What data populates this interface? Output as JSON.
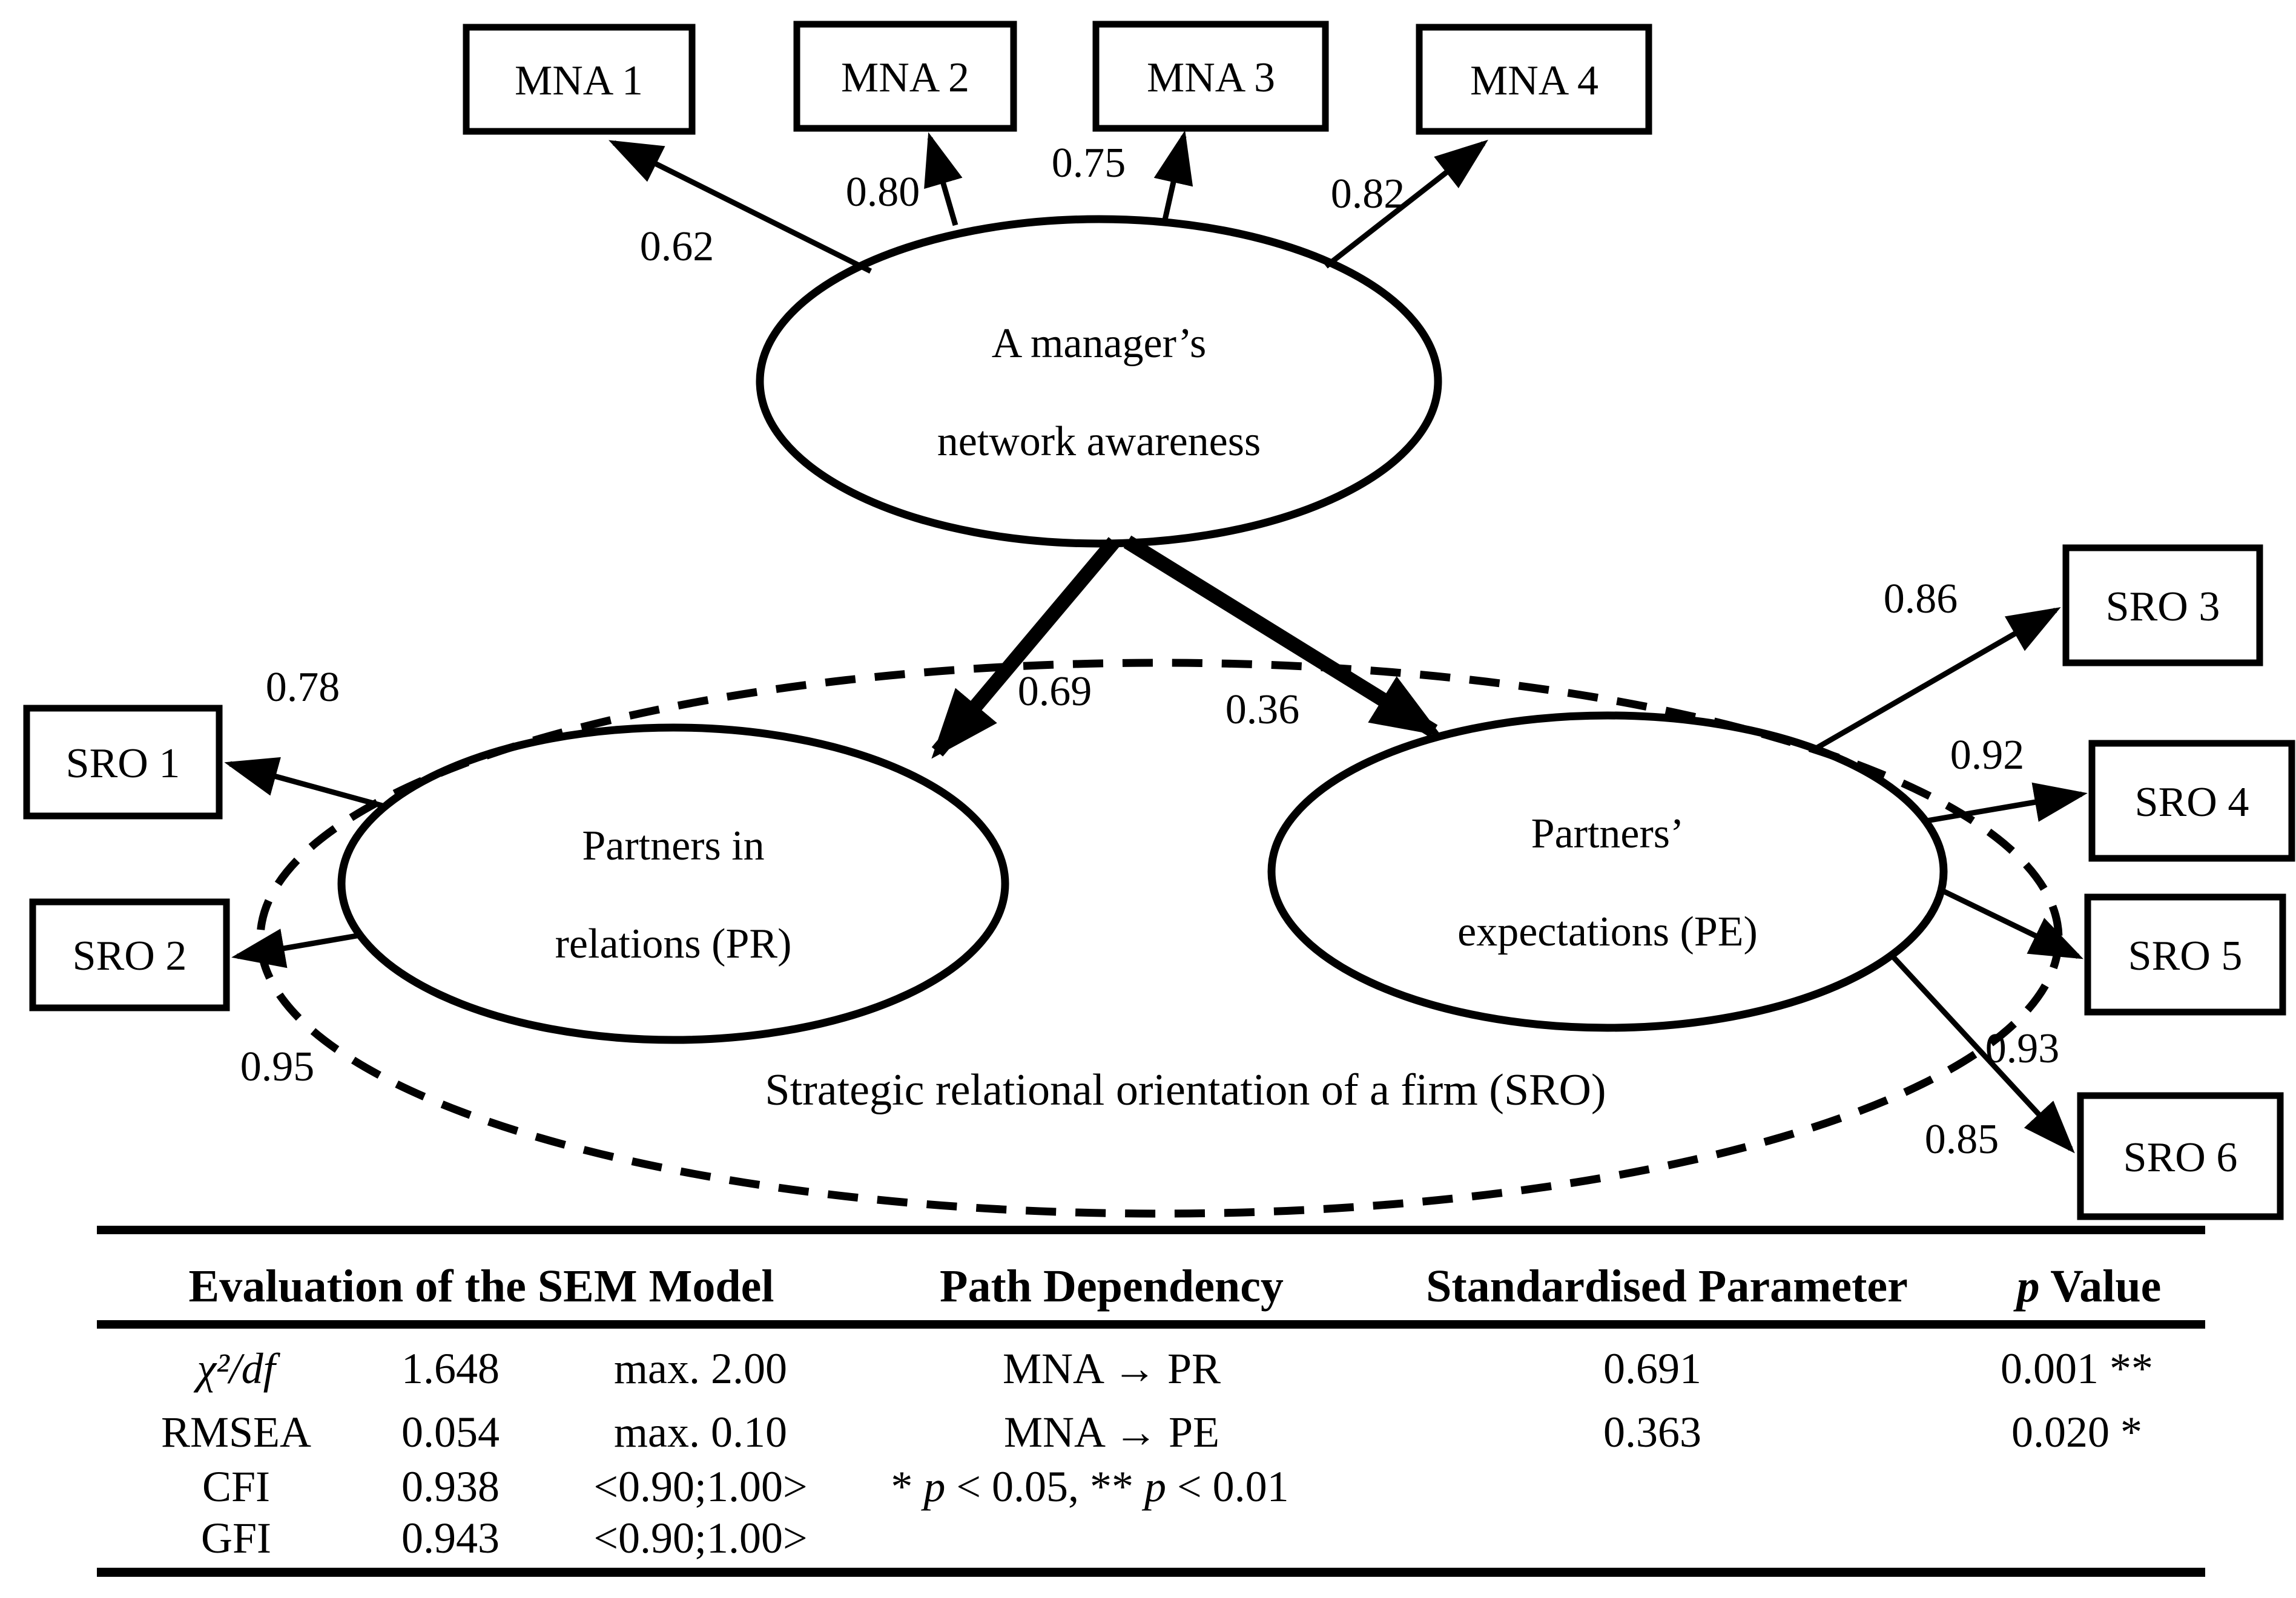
{
  "figure": {
    "latents": {
      "mna": {
        "line1": "A manager’s",
        "line2": "network awareness"
      },
      "pr": {
        "line1": "Partners in",
        "line2": "relations (PR)"
      },
      "pe": {
        "line1": "Partners’",
        "line2": "expectations (PE)"
      },
      "sro_group": {
        "label": "Strategic relational orientation of a firm (SRO)"
      }
    },
    "indicators": [
      {
        "id": "mna1",
        "label": "MNA 1",
        "loading": "0.62"
      },
      {
        "id": "mna2",
        "label": "MNA 2",
        "loading": "0.80"
      },
      {
        "id": "mna3",
        "label": "MNA 3",
        "loading": "0.75"
      },
      {
        "id": "mna4",
        "label": "MNA 4",
        "loading": "0.82"
      },
      {
        "id": "sro1",
        "label": "SRO 1",
        "loading": "0.78"
      },
      {
        "id": "sro2",
        "label": "SRO 2",
        "loading": "0.95"
      },
      {
        "id": "sro3",
        "label": "SRO 3",
        "loading": "0.86"
      },
      {
        "id": "sro4",
        "label": "SRO 4",
        "loading": "0.92"
      },
      {
        "id": "sro5",
        "label": "SRO 5",
        "loading": "0.93"
      },
      {
        "id": "sro6",
        "label": "SRO 6",
        "loading": "0.85"
      }
    ],
    "structural_paths": [
      {
        "from": "MNA",
        "to": "PR",
        "coefficient": "0.69"
      },
      {
        "from": "MNA",
        "to": "PE",
        "coefficient": "0.36"
      }
    ]
  },
  "table": {
    "headers": {
      "evaluation": "Evaluation of the SEM Model",
      "path": "Path Dependency",
      "parameter": "Standardised Parameter",
      "p_italic": "p",
      "p_rest": " Value"
    },
    "fit_rows": [
      {
        "metric": "χ²/df",
        "value": "1.648",
        "criterion": "max. 2.00"
      },
      {
        "metric": "RMSEA",
        "value": "0.054",
        "criterion": "max. 0.10"
      },
      {
        "metric": "CFI",
        "value": "0.938",
        "criterion": "<0.90;1.00>"
      },
      {
        "metric": "GFI",
        "value": "0.943",
        "criterion": "<0.90;1.00>"
      }
    ],
    "path_rows": [
      {
        "path": "MNA → PR",
        "parameter": "0.691",
        "p_value": "0.001 **"
      },
      {
        "path": "MNA → PE",
        "parameter": "0.363",
        "p_value": "0.020 *"
      }
    ],
    "footnote": {
      "parts": [
        "* ",
        "p",
        " < 0.05, ** ",
        "p",
        " < 0.01"
      ]
    }
  },
  "colors": {
    "ink": "#000000",
    "background": "#ffffff"
  }
}
